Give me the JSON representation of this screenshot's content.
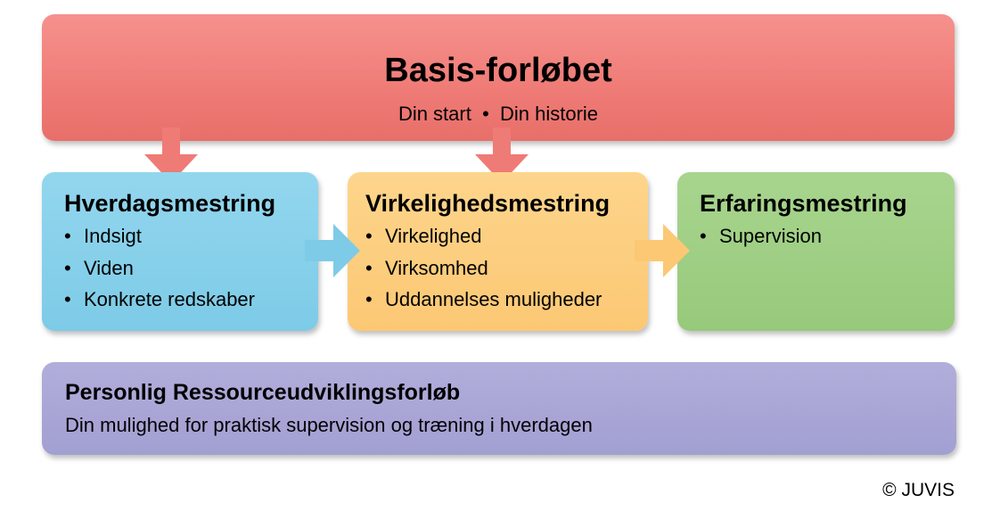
{
  "basis": {
    "title": "Basis-forløbet",
    "subtitle": "Din start  •  Din historie"
  },
  "cards": [
    {
      "title": "Hverdagsmestring",
      "items": [
        "Indsigt",
        "Viden",
        "Konkrete redskaber"
      ]
    },
    {
      "title": "Virkelighedsmestring",
      "items": [
        "Virkelighed",
        "Virksomhed",
        "Uddannelses muligheder"
      ]
    },
    {
      "title": "Erfaringsmestring",
      "items": [
        "Supervision"
      ]
    }
  ],
  "personal": {
    "title": "Personlig Ressourceudviklingsforløb",
    "subtitle": "Din mulighed for praktisk supervision og træning i hverdagen"
  },
  "copyright": "© JUVIS",
  "colors": {
    "basis": "#ef7b76",
    "hverdag": "#7dcbe7",
    "virkelighed": "#fcc874",
    "erfaring": "#97c97b",
    "personal": "#a29fd2"
  }
}
